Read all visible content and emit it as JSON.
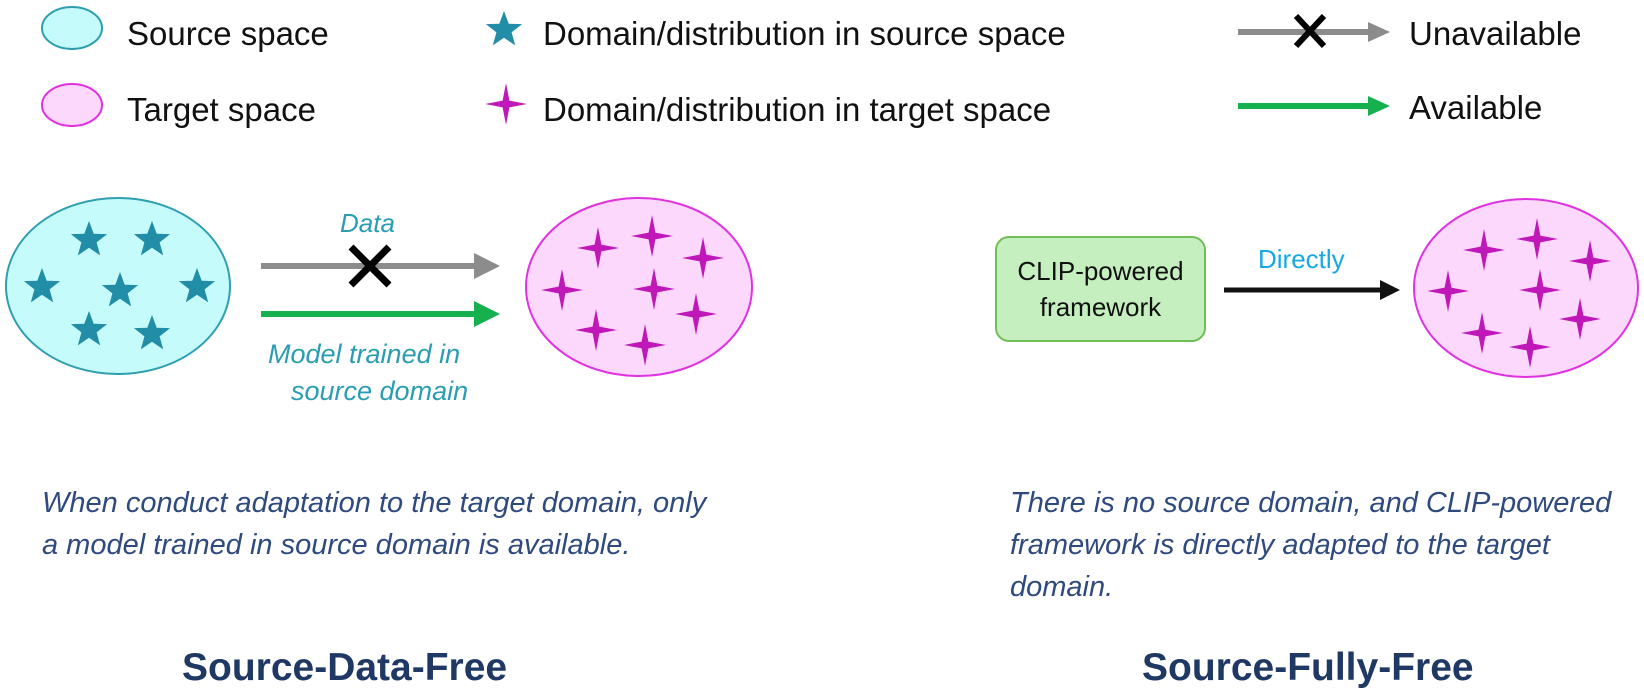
{
  "legend": {
    "source_space": "Source space",
    "target_space": "Target space",
    "source_domain": "Domain/distribution in source space",
    "target_domain": "Domain/distribution in target space",
    "unavailable": "Unavailable",
    "available": "Available"
  },
  "source_data_free": {
    "data_label": "Data",
    "model_label_line1": "Model trained in",
    "model_label_line2": "source domain",
    "description": "When conduct adaptation to the target domain, only a model trained in source domain is available.",
    "title": "Source-Data-Free"
  },
  "source_fully_free": {
    "box_line1": "CLIP-powered",
    "box_line2": "framework",
    "directly_label": "Directly",
    "description": "There is no source domain, and CLIP-powered framework is directly adapted to the target domain.",
    "title": "Source-Fully-Free"
  },
  "colors": {
    "source_fill": "#c6fbfb",
    "source_stroke": "#2f9fb0",
    "source_star": "#228da6",
    "target_fill": "#fcd9fc",
    "target_stroke": "#e032e0",
    "target_star": "#c018b8",
    "unavailable_arrow": "#8c8c8c",
    "available_arrow": "#17b04f",
    "direct_arrow": "#111111",
    "data_label": "#2a9db3",
    "directly_label": "#17a8e6",
    "description_text": "#2f4a7f",
    "title_text": "#1f3864"
  }
}
